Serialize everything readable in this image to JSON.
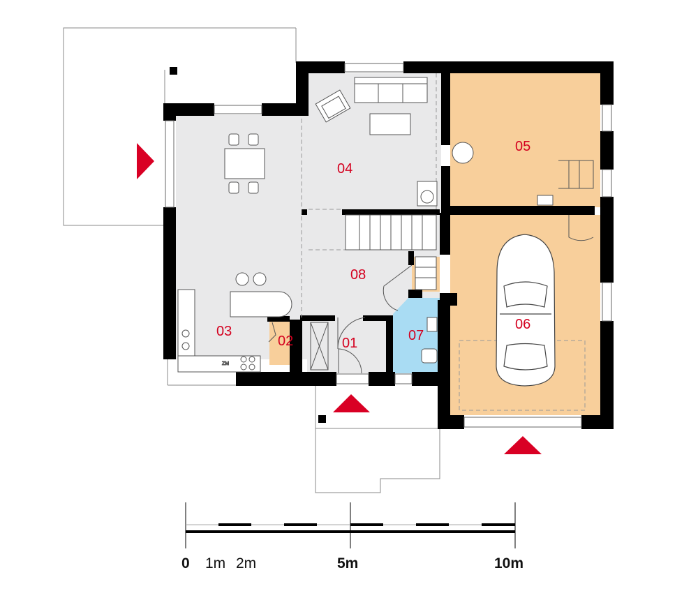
{
  "rooms": [
    {
      "id": "01",
      "label": "01"
    },
    {
      "id": "02",
      "label": "02"
    },
    {
      "id": "03",
      "label": "03"
    },
    {
      "id": "04",
      "label": "04"
    },
    {
      "id": "05",
      "label": "05"
    },
    {
      "id": "06",
      "label": "06"
    },
    {
      "id": "07",
      "label": "07"
    },
    {
      "id": "08",
      "label": "08"
    }
  ],
  "appliance_label": "ZM",
  "scale_bar": {
    "labels": [
      "0",
      "1m",
      "2m",
      "5m",
      "10m"
    ]
  },
  "colors": {
    "wall": "#000000",
    "living_floor": "#e9e9ea",
    "garage_floor": "#f8cf9b",
    "bathroom_floor": "#a9dcf3",
    "label": "#d4001f",
    "entrance_marker": "#d90024"
  }
}
